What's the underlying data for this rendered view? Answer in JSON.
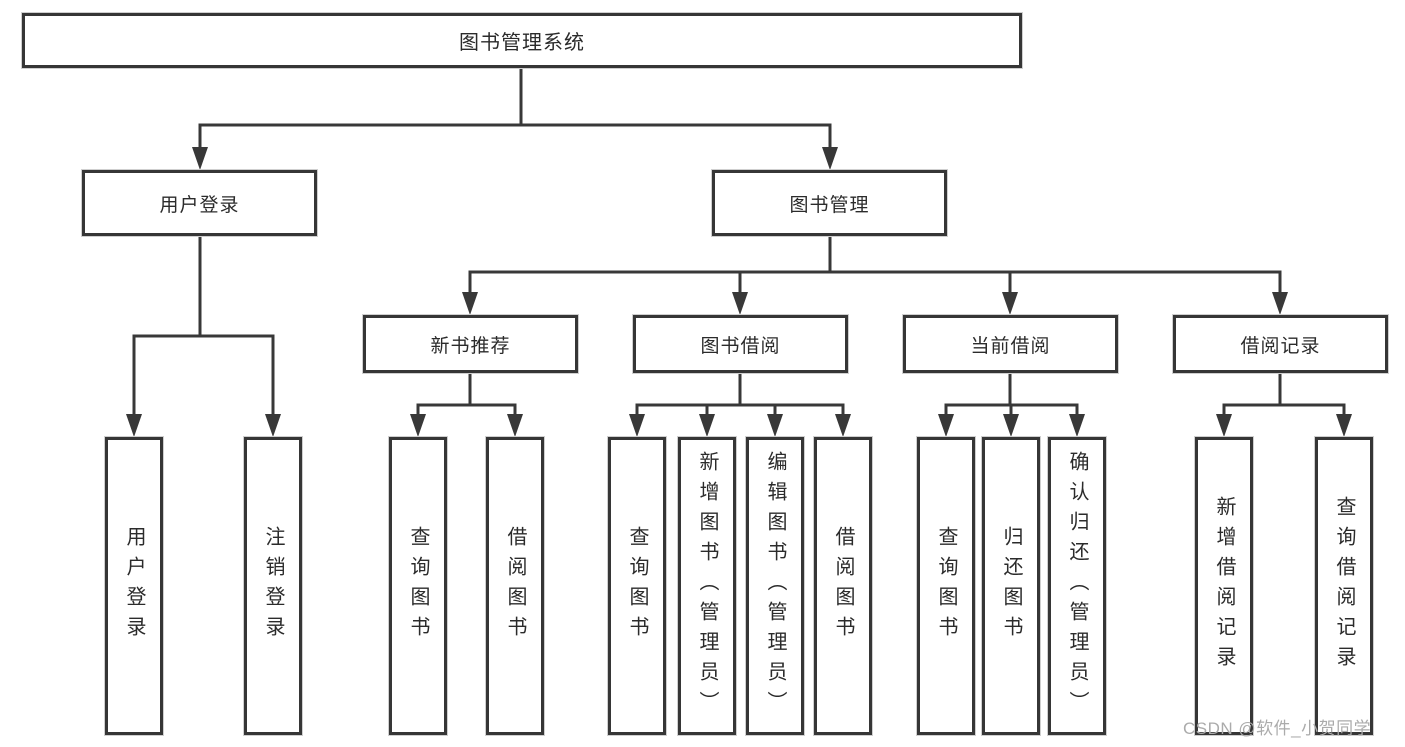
{
  "diagram": {
    "root": "图书管理系统",
    "user_login": {
      "label": "用户登录",
      "children": [
        "用户登录",
        "注销登录"
      ]
    },
    "book_mgmt": {
      "label": "图书管理",
      "sections": {
        "new_books": {
          "label": "新书推荐",
          "children": [
            "查询图书",
            "借阅图书"
          ]
        },
        "borrow": {
          "label": "图书借阅",
          "children": [
            "查询图书",
            "新增图书（管理员）",
            "编辑图书（管理员）",
            "借阅图书"
          ]
        },
        "current": {
          "label": "当前借阅",
          "children": [
            "查询图书",
            "归还图书",
            "确认归还（管理员）"
          ]
        },
        "records": {
          "label": "借阅记录",
          "children": [
            "新增借阅记录",
            "查询借阅记录"
          ]
        }
      }
    },
    "line_color": "#383838",
    "watermark": "CSDN @软件_小贺同学"
  }
}
